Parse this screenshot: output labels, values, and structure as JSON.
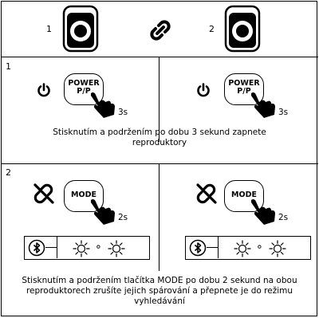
{
  "row_top": {
    "speaker_1": "1",
    "speaker_2": "2"
  },
  "step1": {
    "number": "1",
    "button_line1": "POWER",
    "button_line2": "P/P",
    "hold_time": "3s",
    "caption": "Stisknutím a podržením po dobu 3 sekund zapnete reproduktory"
  },
  "step2": {
    "number": "2",
    "button_label": "MODE",
    "hold_time": "2s",
    "led_separator": "∘",
    "caption": "Stisknutím a podržením tlačítka MODE po dobu 2 sekund na obou reproduktorech zrušíte jejich spárování a přepnete je do režimu vyhledávání"
  },
  "icons": [
    "speaker-icon",
    "link-icon",
    "power-icon",
    "hand-press-icon",
    "unlink-icon",
    "bluetooth-icon",
    "led-blink-icon"
  ]
}
